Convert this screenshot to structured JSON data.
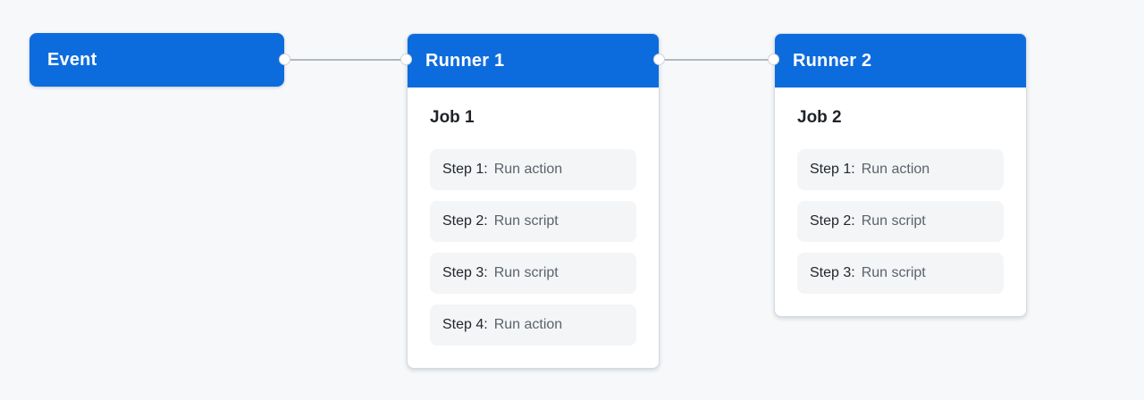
{
  "colors": {
    "accent": "#0d6cdd",
    "background": "#f6f8fa",
    "connector": "#b1b8bf",
    "card_bg": "#ffffff",
    "card_border": "#d5dbe1",
    "step_bg": "#f3f5f7",
    "step_label": "#22272d",
    "step_value": "#5b636c",
    "job_title": "#1f2328",
    "header_text": "#ffffff"
  },
  "event": {
    "title": "Event"
  },
  "runner1": {
    "title": "Runner 1",
    "job_title": "Job 1",
    "steps": [
      {
        "label": "Step 1:",
        "value": "Run action"
      },
      {
        "label": "Step 2:",
        "value": "Run script"
      },
      {
        "label": "Step 3:",
        "value": "Run script"
      },
      {
        "label": "Step 4:",
        "value": "Run action"
      }
    ]
  },
  "runner2": {
    "title": "Runner 2",
    "job_title": "Job 2",
    "steps": [
      {
        "label": "Step 1:",
        "value": "Run action"
      },
      {
        "label": "Step 2:",
        "value": "Run script"
      },
      {
        "label": "Step 3:",
        "value": "Run script"
      }
    ]
  }
}
